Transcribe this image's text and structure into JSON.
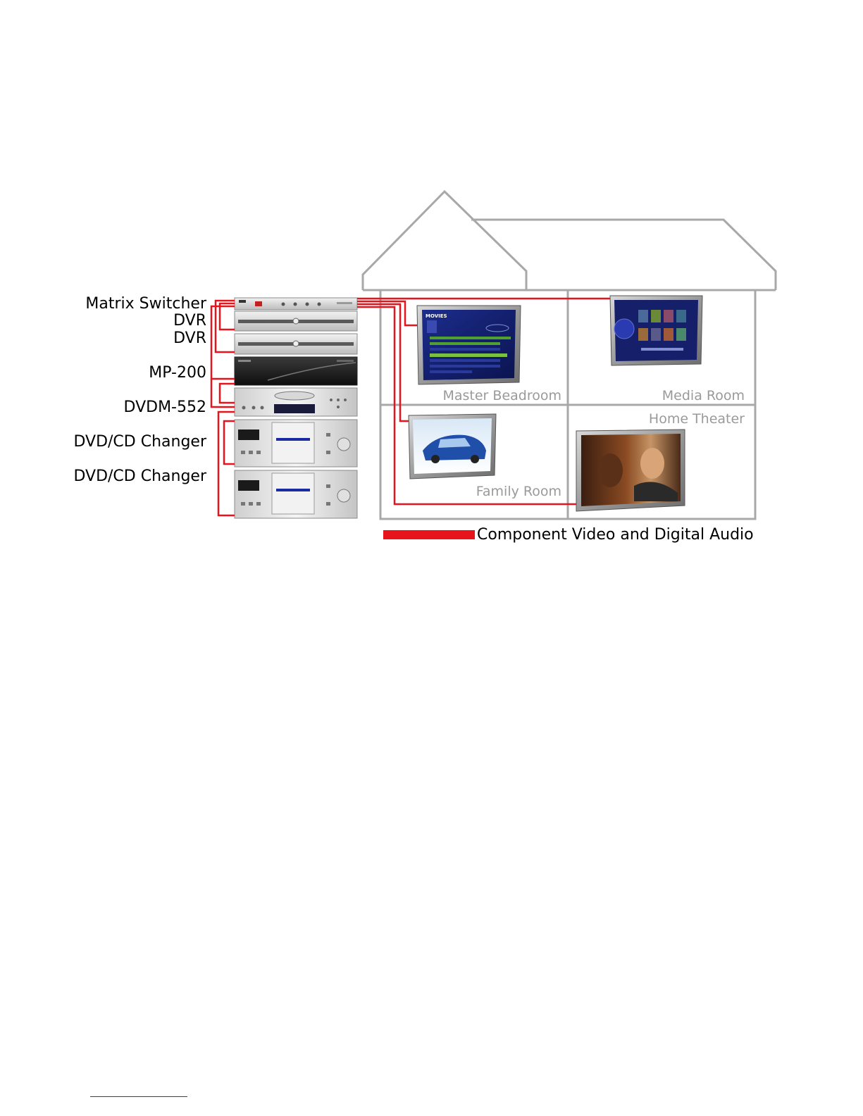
{
  "devices": {
    "matrix_switcher": "Matrix Switcher",
    "dvr_1": "DVR",
    "dvr_2": "DVR",
    "mp200": "MP-200",
    "dvdm552": "DVDM-552",
    "changer_1": "DVD/CD Changer",
    "changer_2": "DVD/CD Changer"
  },
  "rooms": {
    "master_bedroom": "Master Beadroom",
    "media_room": "Media Room",
    "home_theater": "Home Theater",
    "family_room": "Family Room"
  },
  "screen_text": {
    "movies_menu": "MOVIES"
  },
  "legend": {
    "label": "Component Video and Digital Audio",
    "color": "#e8141c"
  },
  "colors": {
    "cable": "#e8141c",
    "house_outline": "#a8a8a8",
    "room_label": "#9a9a9a"
  }
}
